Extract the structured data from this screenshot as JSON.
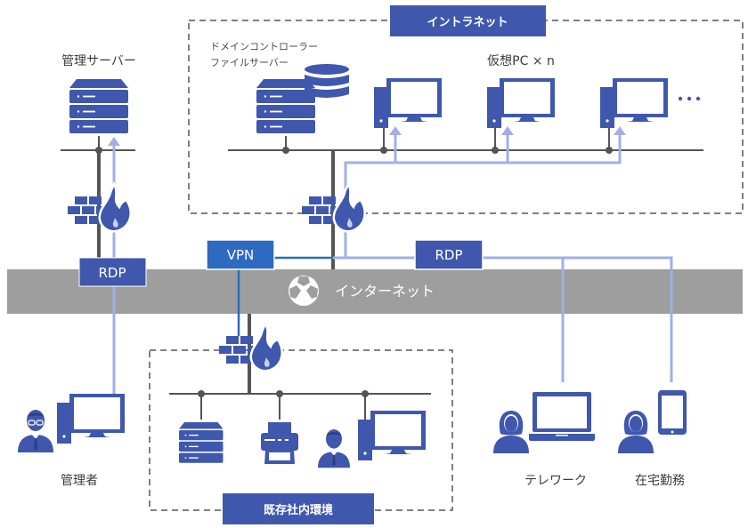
{
  "colors": {
    "icon_blue": "#3f58ad",
    "vpn_blue": "#2e6bc0",
    "arrow_light": "#9fb0e6",
    "line_gray": "#555555",
    "internet_band": "#9e9e9e",
    "dash_gray": "#555555"
  },
  "zones": {
    "intranet": {
      "label": "イントラネット"
    },
    "office": {
      "label": "既存社内環境"
    },
    "internet": {
      "label": "インターネット",
      "icon": "globe-icon"
    }
  },
  "nodes": {
    "mgmt_server": {
      "label": "管理サーバー",
      "icon": "server-icon"
    },
    "dc_file_server": {
      "label_line1": "ドメインコントローラー",
      "label_line2": "ファイルサーバー",
      "icon": "server-database-icon"
    },
    "virtual_pc": {
      "label": "仮想PC × n",
      "icon": "desktop-pc-icon",
      "ellipsis": "…"
    },
    "admin": {
      "label": "管理者",
      "icon": "admin-user-pc-icon"
    },
    "telework": {
      "label": "テレワーク",
      "icon": "user-laptop-icon"
    },
    "home_work": {
      "label": "在宅勤務",
      "icon": "user-tablet-icon"
    },
    "office_server": {
      "icon": "server-icon"
    },
    "office_printer": {
      "icon": "printer-icon"
    },
    "office_user_pc": {
      "icon": "user-pc-icon"
    }
  },
  "connections": {
    "rdp_admin": {
      "label": "RDP"
    },
    "vpn": {
      "label": "VPN"
    },
    "rdp_remote": {
      "label": "RDP"
    }
  },
  "firewalls": [
    {
      "id": "fw-mgmt",
      "icon": "firewall-icon"
    },
    {
      "id": "fw-intranet",
      "icon": "firewall-icon"
    },
    {
      "id": "fw-office",
      "icon": "firewall-icon"
    }
  ]
}
